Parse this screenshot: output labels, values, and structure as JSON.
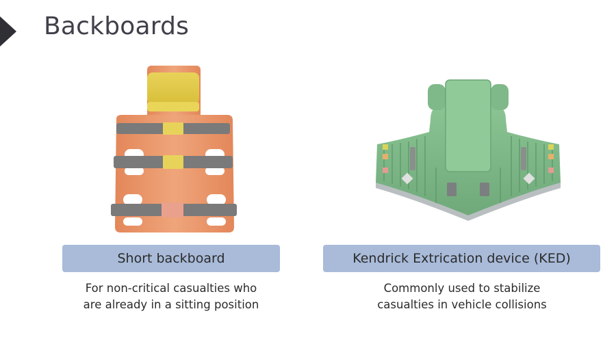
{
  "slide": {
    "title": "Backboards"
  },
  "items": [
    {
      "label": "Short backboard",
      "description_lines": [
        "For non-critical casualties who",
        "are already in a sitting position"
      ],
      "icon": "short-backboard-illustration"
    },
    {
      "label": "Kendrick Extrication device (KED)",
      "description_lines": [
        "Commonly used to stabilize",
        "casualties in vehicle collisions"
      ],
      "icon": "ked-illustration"
    }
  ],
  "colors": {
    "label_bg": "#a9bbd9",
    "board_orange": "#eb9a6d",
    "strap_gray": "#7d7d7d",
    "ked_green": "#7fb989"
  }
}
